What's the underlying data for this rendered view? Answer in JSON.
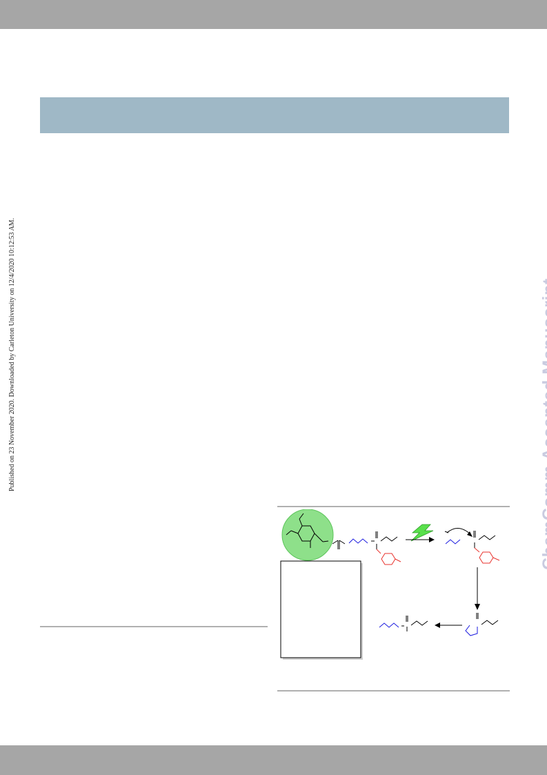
{
  "page": {
    "side_note": "Published on 23 November 2020. Downloaded by Carleton University on 12/4/2020 10:12:53 AM.",
    "watermark": "ChemComm Accepted Manuscript"
  },
  "colors": {
    "header_bar": "#a6a6a6",
    "banner": "#9fb8c6",
    "watermark": "#c9cbe0",
    "highlight_green": "#8ee08a",
    "bond_blue": "#1a1adf",
    "bond_red": "#e8322c",
    "bolt_green": "#59e04c"
  },
  "scheme": {
    "description_icons": [
      "photocatalyst-circle",
      "light-bolt-icon",
      "reaction-arrow",
      "rearrangement-curved-arrow",
      "inset-box"
    ]
  }
}
